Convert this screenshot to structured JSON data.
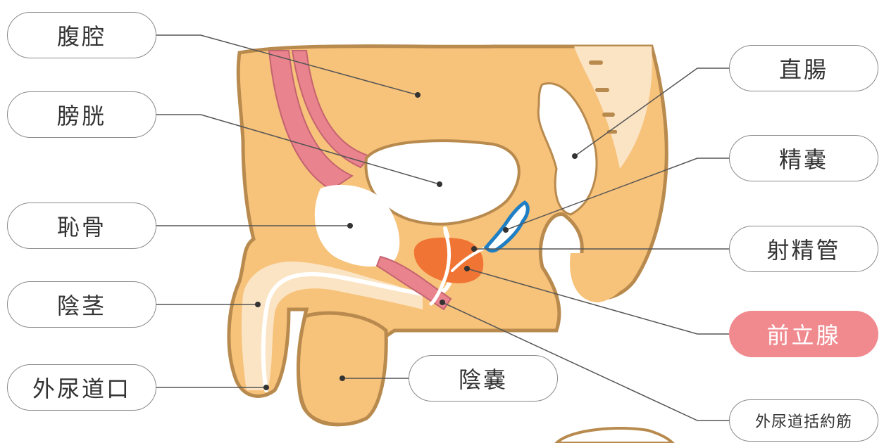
{
  "labels": {
    "abdominal_cavity": "腹腔",
    "bladder": "膀胱",
    "pubic_bone": "恥骨",
    "penis": "陰茎",
    "external_urethral_orifice": "外尿道口",
    "rectum": "直腸",
    "seminal_vesicle": "精嚢",
    "ejaculatory_duct": "射精管",
    "prostate": "前立腺",
    "scrotum": "陰嚢",
    "external_urethral_sphincter": "外尿道括約筋"
  },
  "highlighted": "prostate",
  "colors": {
    "body": "#f7c27a",
    "outline": "#b88a4e",
    "organ_white": "#ffffff",
    "urethra_track": "#fbe4c4",
    "muscle_pink": "#e9838d",
    "prostate": "#f07534",
    "seminal_blue": "#1f7fc4",
    "highlight": "#f08a8f",
    "leader_line": "#555555"
  }
}
